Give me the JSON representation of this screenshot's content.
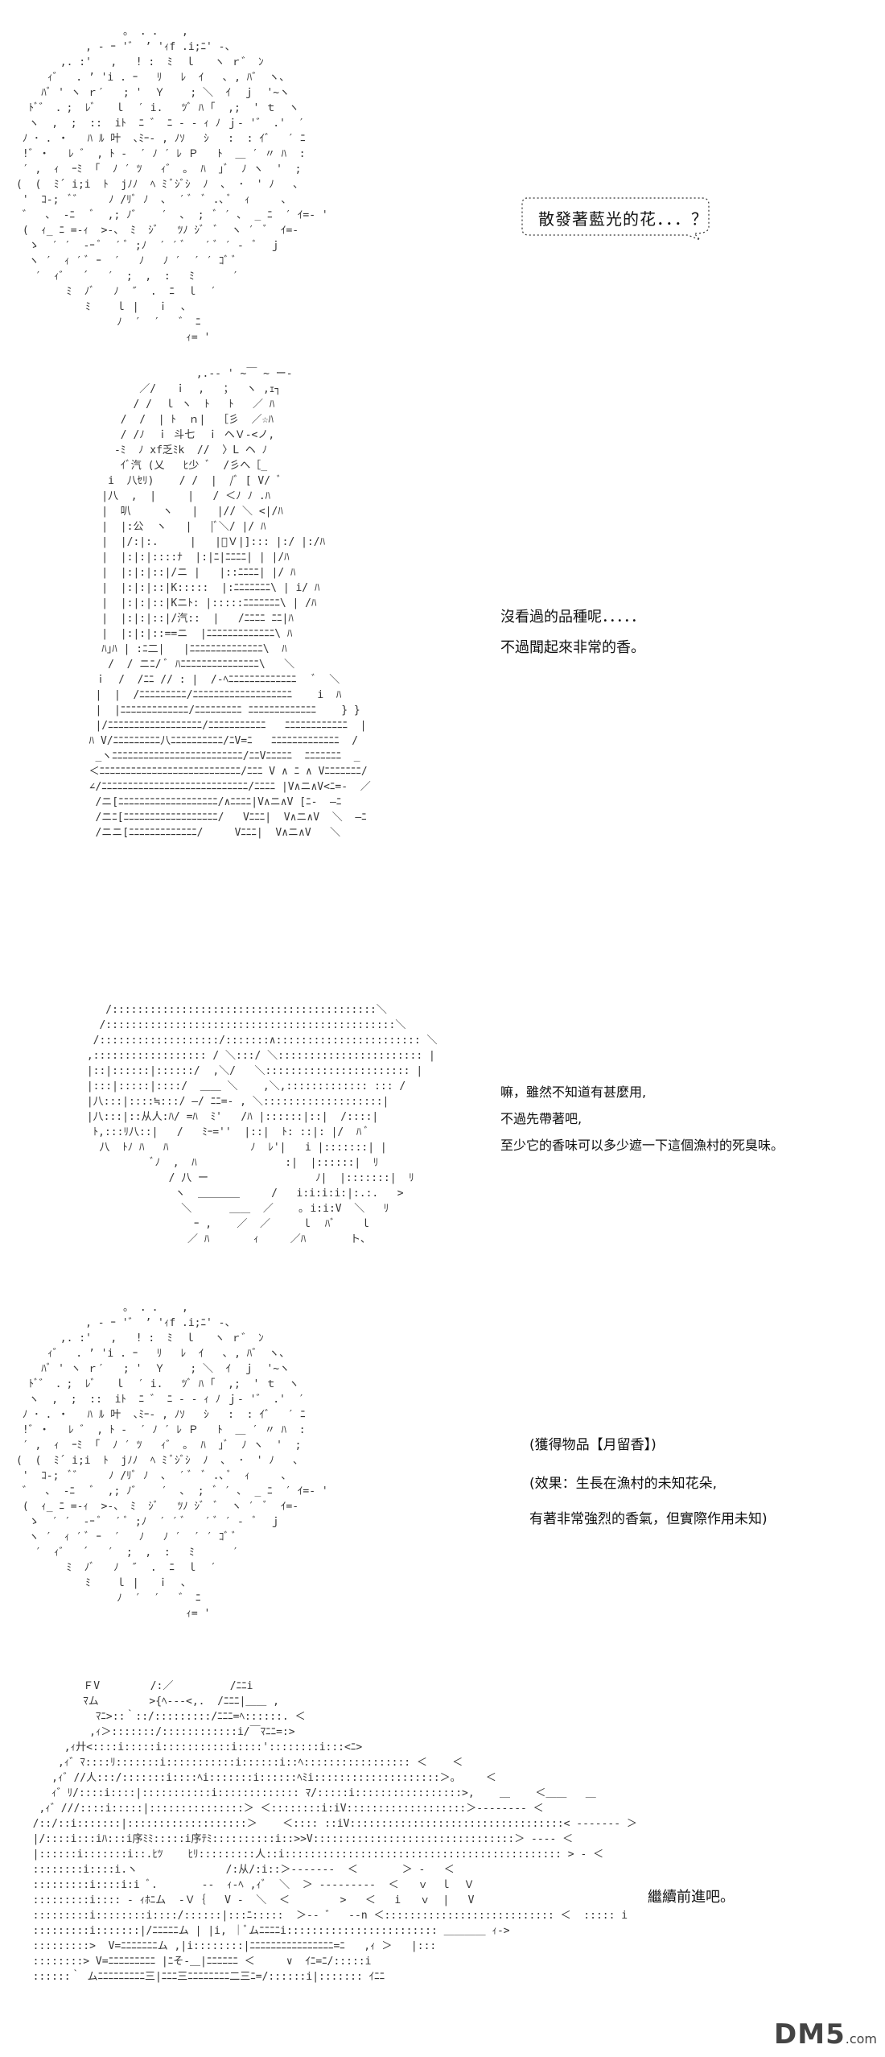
{
  "panels": {
    "p1": {
      "bubble": "散發著藍光的花．．．？"
    },
    "p2": {
      "line1": "沒看過的品種呢．．．．．",
      "line2": "不過聞起來非常的香。"
    },
    "p3": {
      "line1": "嘛，雖然不知道有甚麼用,",
      "line2": "不過先帶著吧,",
      "line3": "至少它的香味可以多少遮一下這個漁村的死臭味。"
    },
    "p4": {
      "line1": "(獲得物品【月留香】)",
      "line2": "(效果：生長在漁村的未知花朵,",
      "line3": "有著非常強烈的香氣，但實際作用未知)"
    },
    "p5": {
      "line1": "繼續前進吧。"
    }
  },
  "logo": {
    "text": "DM5",
    "domain": ".com"
  }
}
